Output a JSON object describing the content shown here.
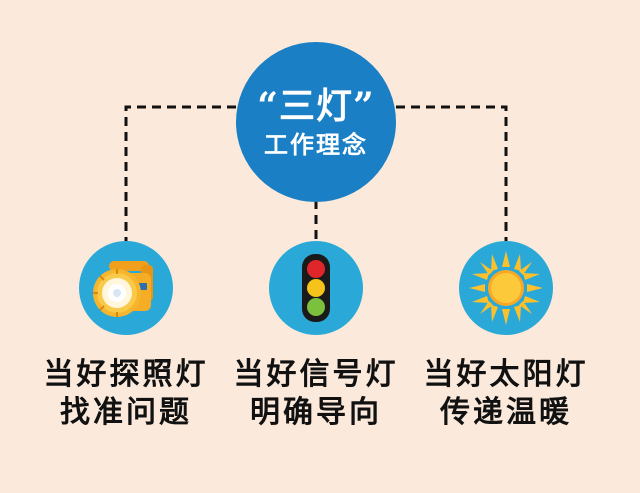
{
  "center": {
    "title": "“三灯”",
    "subtitle": "工作理念",
    "color": "#1a7fc4"
  },
  "connector_color": "#111111",
  "icon_bg_color": "#2aa9d8",
  "items": [
    {
      "icon": "flashlight-icon",
      "line1": "当好探照灯",
      "line2": "找准问题"
    },
    {
      "icon": "traffic-light-icon",
      "line1": "当好信号灯",
      "line2": "明确导向"
    },
    {
      "icon": "sun-icon",
      "line1": "当好太阳灯",
      "line2": "传递温暖"
    }
  ]
}
